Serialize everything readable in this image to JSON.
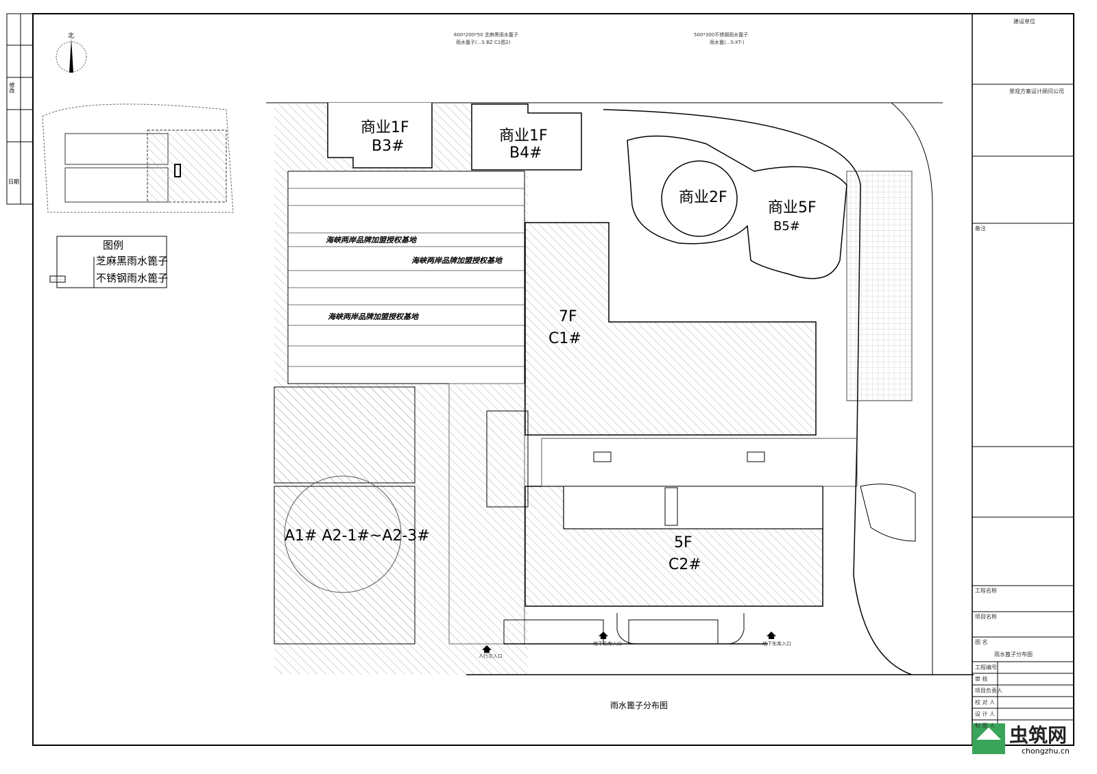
{
  "north_label": "北",
  "legend": {
    "title": "图例",
    "items": [
      "芝麻黑雨水篦子",
      "不锈钢雨水篦子"
    ]
  },
  "notes": {
    "grate_a": "600*200*50 芝麻黑雨水篦子",
    "grate_a_ref": "雨水篦子(...S BZ C1图2)",
    "grate_b": "500*300不锈钢雨水篦子",
    "grate_b_ref": "雨水篦(...S-XT-)"
  },
  "buildings": {
    "b3_floor": "商业1F",
    "b3": "B3#",
    "b4_floor": "商业1F",
    "b4": "B4#",
    "b5_floor2": "商业2F",
    "b5_floor5": "商业5F",
    "b5": "B5#",
    "c1_floor": "7F",
    "c1": "C1#",
    "c2_floor": "5F",
    "c2": "C2#",
    "a_label": "A1#  A2-1#~A2-3#"
  },
  "banners": [
    "海峡两岸品牌加盟授权基地",
    "海峡两岸品牌加盟授权基地",
    "海峡两岸品牌加盟授权基地"
  ],
  "entrances": [
    "人行次入口",
    "地下车库入口",
    "地下车库入口"
  ],
  "drawing_title": "雨水篦子分布图",
  "title_block": {
    "client": "建设单位",
    "designer": "景观方案设计顾问公司",
    "remarks": "备注",
    "project_name_label": "工程名称",
    "item_name_label": "项目名称",
    "drawing_name_label": "图  名",
    "drawing_name": "雨水篦子分布图",
    "rows": [
      "工程编号",
      "审    核",
      "项目负责人",
      "校 对 人",
      "设 计 人",
      "制 图 人"
    ]
  },
  "left_strip": [
    "修改",
    "日期"
  ],
  "watermark": {
    "brand": "虫筑网",
    "url": "chongzhu.cn"
  }
}
